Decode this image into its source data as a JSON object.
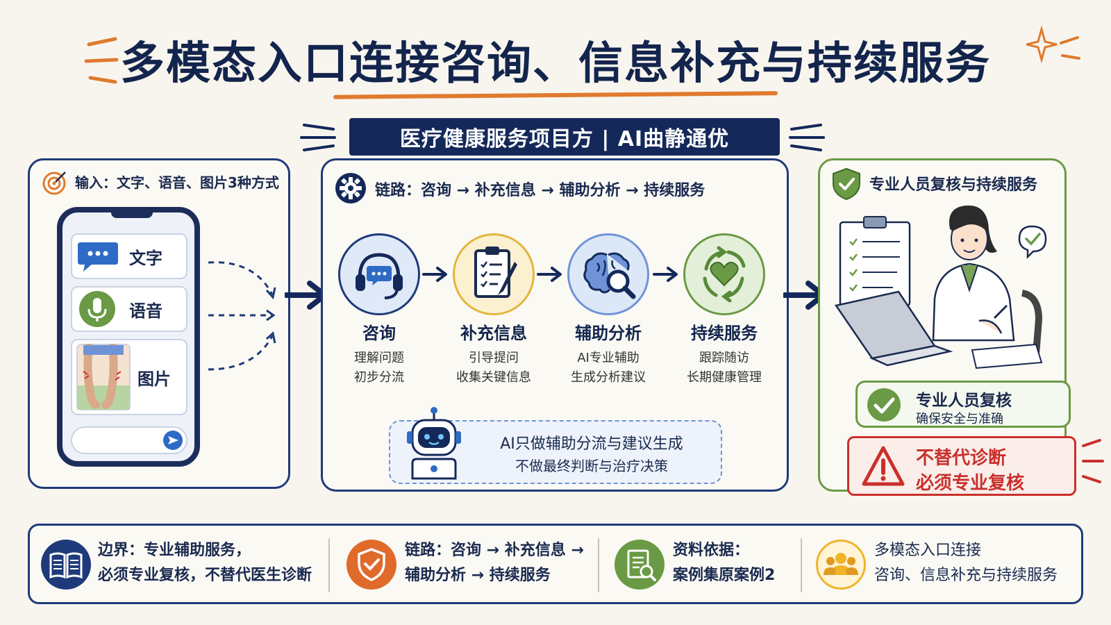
{
  "title": "多模态入口连接咨询、信息补充与持续服务",
  "subtitle": "医疗健康服务项目方 | AI曲静通优",
  "input_panel": {
    "title": "输入：文字、语音、图片3种方式",
    "cards": [
      {
        "label": "文字",
        "icon": "chat-bubble-icon"
      },
      {
        "label": "语音",
        "icon": "microphone-icon"
      },
      {
        "label": "图片",
        "icon": "photo-icon"
      }
    ]
  },
  "chain_panel": {
    "title": "链路：咨询 → 补充信息 → 辅助分析 → 持续服务",
    "steps": [
      {
        "name": "咨询",
        "desc1": "理解问题",
        "desc2": "初步分流",
        "icon": "headset-icon",
        "color": "#dfe9f8"
      },
      {
        "name": "补充信息",
        "desc1": "引导提问",
        "desc2": "收集关键信息",
        "icon": "clipboard-icon",
        "color": "#fbf0cf"
      },
      {
        "name": "辅助分析",
        "desc1": "AI专业辅助",
        "desc2": "生成分析建议",
        "icon": "brain-search-icon",
        "color": "#dce8f7"
      },
      {
        "name": "持续服务",
        "desc1": "跟踪随访",
        "desc2": "长期健康管理",
        "icon": "heart-cycle-icon",
        "color": "#e3efd9"
      }
    ],
    "ai_note": {
      "line1": "AI只做辅助分流与建议生成",
      "line2": "不做最终判断与治疗决策"
    }
  },
  "review_panel": {
    "title": "专业人员复核与持续服务",
    "review": {
      "line1": "专业人员复核",
      "line2": "确保安全与准确"
    },
    "warning": {
      "line1": "不替代诊断",
      "line2": "必须专业复核"
    }
  },
  "bottom": [
    {
      "line1": "边界：专业辅助服务，",
      "line2": "必须专业复核，不替代医生诊断",
      "icon": "book-icon",
      "color": "#1f3a7a"
    },
    {
      "line1": "链路：咨询 → 补充信息 →",
      "line2": "辅助分析 → 持续服务",
      "icon": "shield-icon",
      "color": "#e06a2a"
    },
    {
      "line1": "资料依据：",
      "line2": "案例集原案例2",
      "icon": "document-search-icon",
      "color": "#6a9a45"
    },
    {
      "line1": "多模态入口连接",
      "line2": "咨询、信息补充与持续服务",
      "icon": "people-icon",
      "color": "#f0b429"
    }
  ],
  "colors": {
    "navy": "#14295a",
    "orange": "#e07a2e",
    "green": "#6a9a45",
    "red": "#c9302c"
  }
}
